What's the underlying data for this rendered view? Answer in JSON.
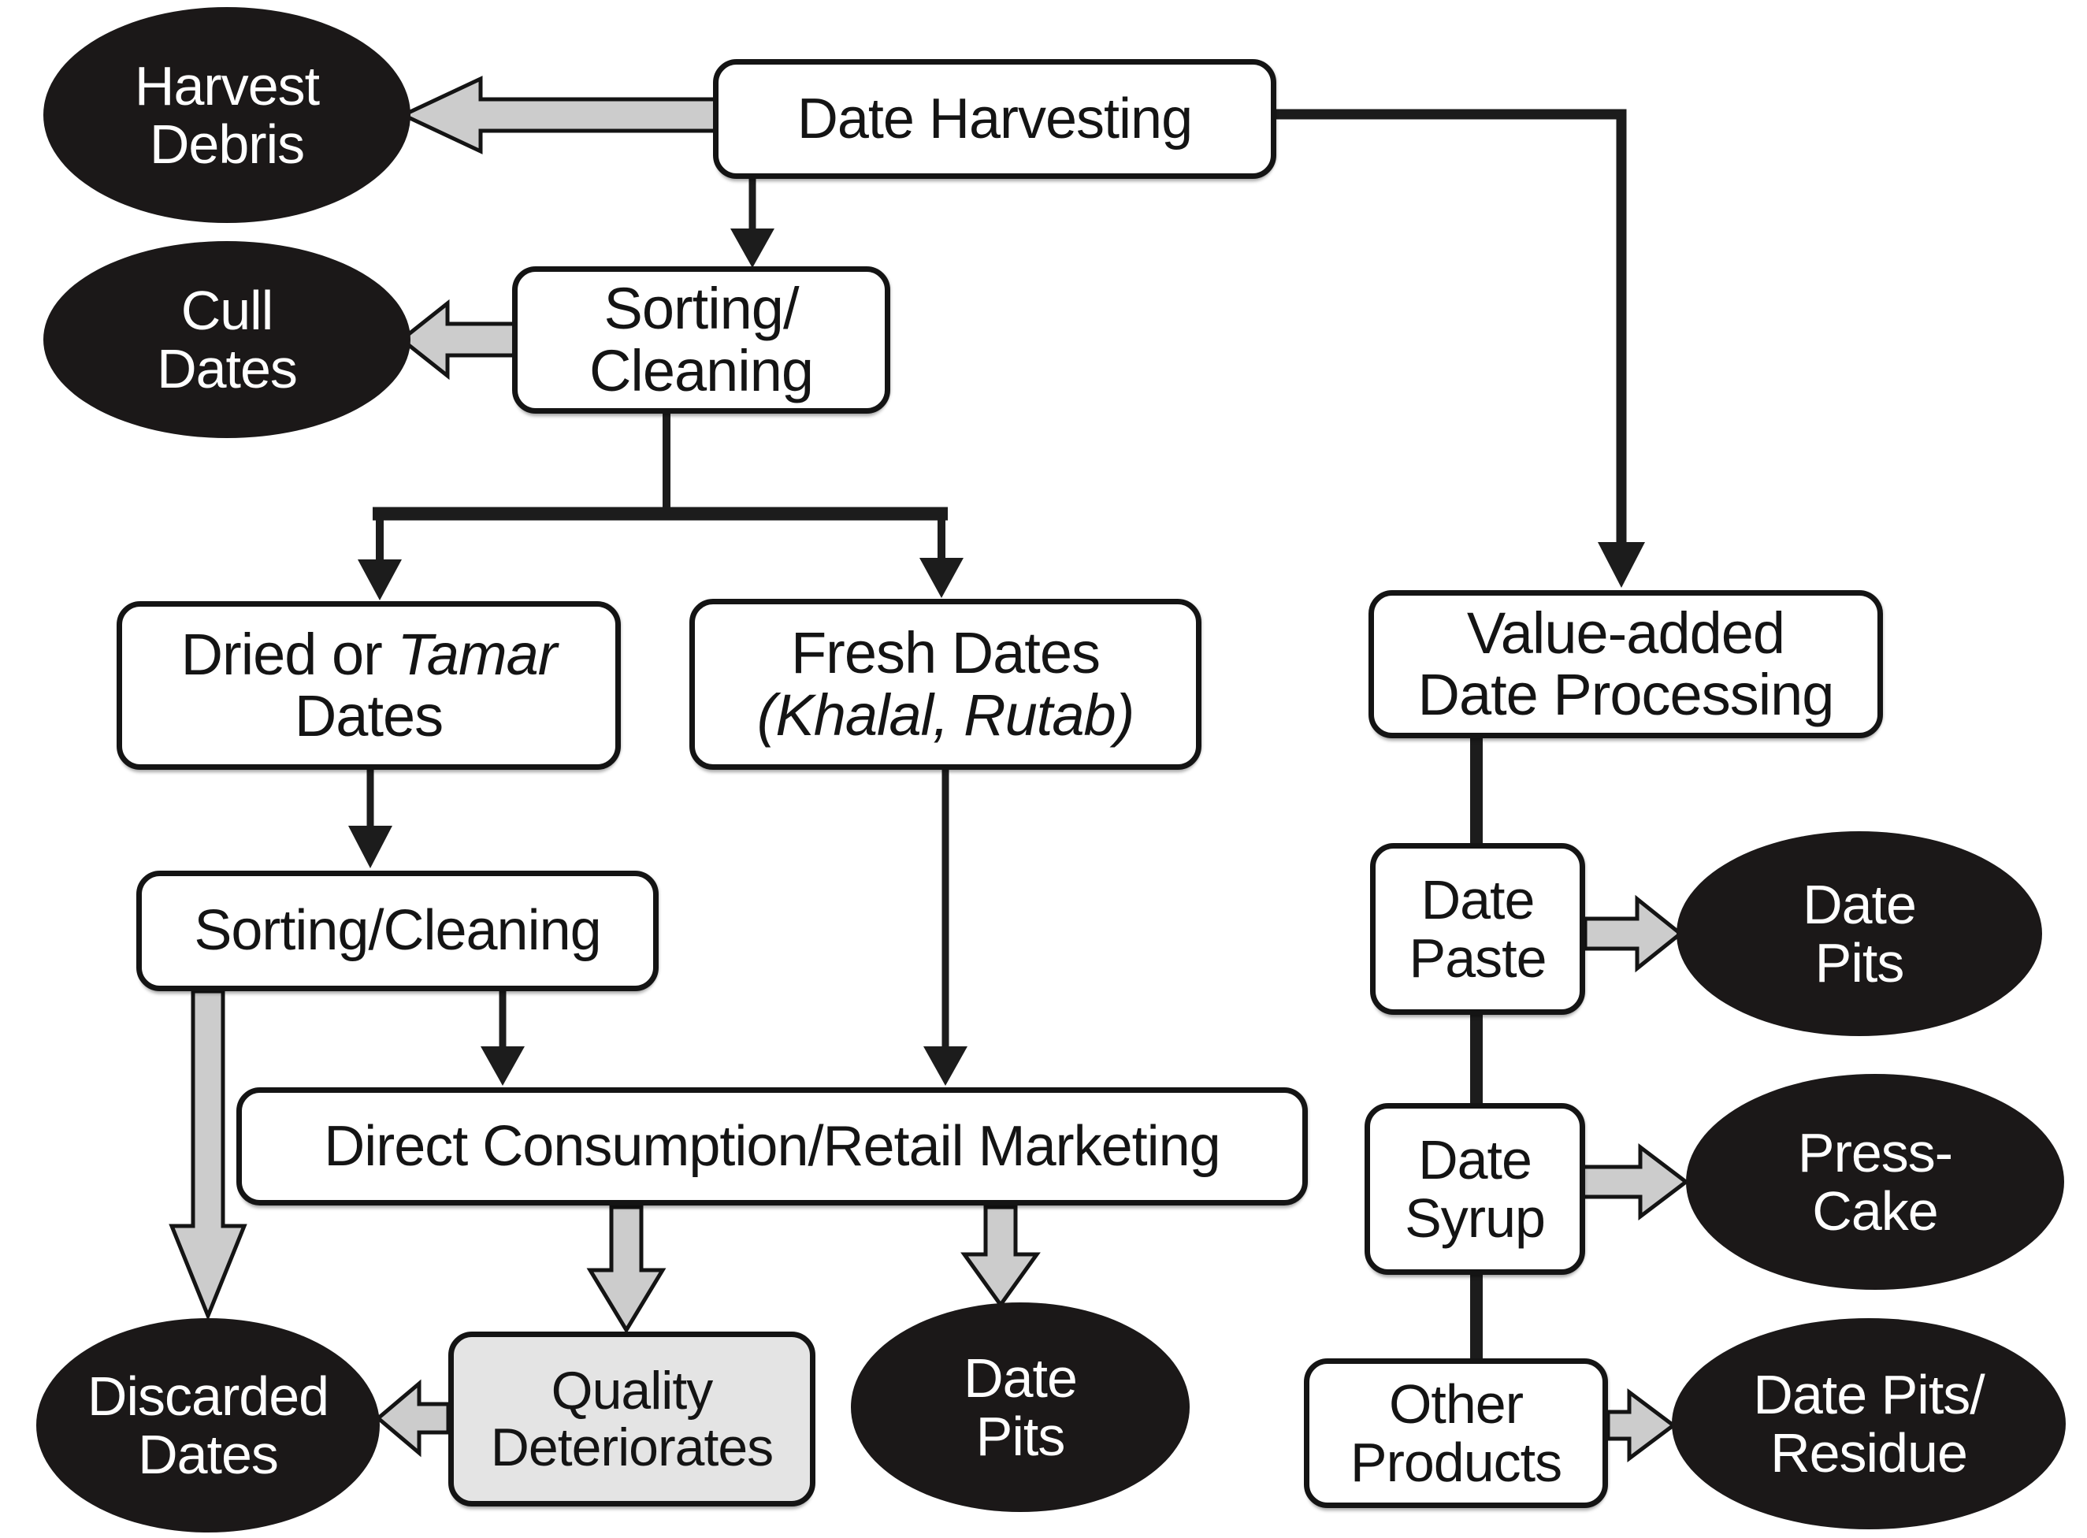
{
  "diagram": {
    "background": "#ffffff",
    "colors": {
      "box_fill": "#ffffff",
      "box_border": "#141414",
      "terminal_fill": "#1b1818",
      "terminal_text": "#ffffff",
      "note_fill": "#e4e4e4",
      "connector_black": "#1c1c1c",
      "block_arrow_fill": "#cccccc",
      "block_arrow_outline": "#141414"
    },
    "nodes": {
      "harvest_debris": {
        "type": "terminal",
        "line1": "Harvest",
        "line2": "Debris"
      },
      "date_harvesting": {
        "type": "process",
        "label": "Date Harvesting"
      },
      "cull_dates": {
        "type": "terminal",
        "line1": "Cull",
        "line2": "Dates"
      },
      "sorting_cleaning_1": {
        "type": "process",
        "line1": "Sorting/",
        "line2": "Cleaning"
      },
      "dried_tamar": {
        "type": "process",
        "line1_normal": "Dried or",
        "line1_italic": "Tamar",
        "line2": "Dates"
      },
      "fresh_dates": {
        "type": "process",
        "line1": "Fresh Dates",
        "line2_italic": "(Khalal, Rutab)"
      },
      "value_added": {
        "type": "process",
        "line1": "Value-added",
        "line2": "Date Processing"
      },
      "sorting_cleaning_2": {
        "type": "process",
        "label": "Sorting/Cleaning"
      },
      "direct_consumption": {
        "type": "process",
        "label": "Direct Consumption/Retail Marketing"
      },
      "discarded_dates": {
        "type": "terminal",
        "line1": "Discarded",
        "line2": "Dates"
      },
      "quality_deteriorates": {
        "type": "note",
        "line1": "Quality",
        "line2": "Deteriorates"
      },
      "date_pits_consumer": {
        "type": "terminal",
        "line1": "Date",
        "line2": "Pits"
      },
      "date_paste": {
        "type": "process",
        "line1": "Date",
        "line2": "Paste"
      },
      "date_pits_processing": {
        "type": "terminal",
        "line1": "Date",
        "line2": "Pits"
      },
      "date_syrup": {
        "type": "process",
        "line1": "Date",
        "line2": "Syrup"
      },
      "press_cake": {
        "type": "terminal",
        "line1": "Press-",
        "line2": "Cake"
      },
      "other_products": {
        "type": "process",
        "line1": "Other",
        "line2": "Products"
      },
      "date_pits_residue": {
        "type": "terminal",
        "line1": "Date Pits/",
        "line2": "Residue"
      }
    },
    "edges": [
      {
        "from": "date-harvesting",
        "to": "harvest-debris",
        "style": "block-gray"
      },
      {
        "from": "date-harvesting",
        "to": "sorting-cleaning-1",
        "style": "thin-black"
      },
      {
        "from": "date-harvesting",
        "to": "value-added-date-processing",
        "style": "thin-black"
      },
      {
        "from": "sorting-cleaning-1",
        "to": "cull-dates",
        "style": "block-gray"
      },
      {
        "from": "sorting-cleaning-1",
        "to": "dried-or-tamar-dates",
        "style": "thin-black"
      },
      {
        "from": "sorting-cleaning-1",
        "to": "fresh-dates",
        "style": "thin-black"
      },
      {
        "from": "dried-or-tamar-dates",
        "to": "sorting-cleaning-2",
        "style": "thin-black"
      },
      {
        "from": "sorting-cleaning-2",
        "to": "direct-consumption-retail-marketing",
        "style": "thin-black"
      },
      {
        "from": "sorting-cleaning-2",
        "to": "discarded-dates",
        "style": "block-gray"
      },
      {
        "from": "fresh-dates",
        "to": "direct-consumption-retail-marketing",
        "style": "thin-black"
      },
      {
        "from": "direct-consumption-retail-marketing",
        "to": "quality-deteriorates",
        "style": "block-gray"
      },
      {
        "from": "direct-consumption-retail-marketing",
        "to": "date-pits-consumer",
        "style": "block-gray"
      },
      {
        "from": "quality-deteriorates",
        "to": "discarded-dates",
        "style": "block-gray"
      },
      {
        "from": "value-added-date-processing",
        "to": "date-paste",
        "style": "thick-black"
      },
      {
        "from": "date-paste",
        "to": "date-pits-processing",
        "style": "block-gray"
      },
      {
        "from": "date-paste",
        "to": "date-syrup",
        "style": "thick-black"
      },
      {
        "from": "date-syrup",
        "to": "press-cake",
        "style": "block-gray"
      },
      {
        "from": "date-syrup",
        "to": "other-products",
        "style": "thick-black"
      },
      {
        "from": "other-products",
        "to": "date-pits-residue",
        "style": "block-gray"
      }
    ]
  }
}
